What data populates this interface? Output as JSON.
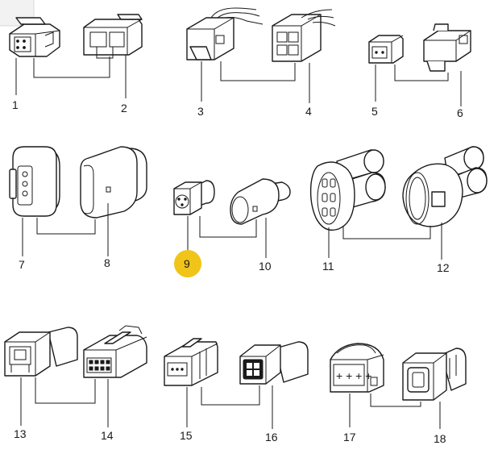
{
  "highlight_color": "#f0c419",
  "labels": [
    "1",
    "2",
    "3",
    "4",
    "5",
    "6",
    "7",
    "8",
    "9",
    "10",
    "11",
    "12",
    "13",
    "14",
    "15",
    "16",
    "17",
    "18"
  ],
  "highlighted": "9"
}
